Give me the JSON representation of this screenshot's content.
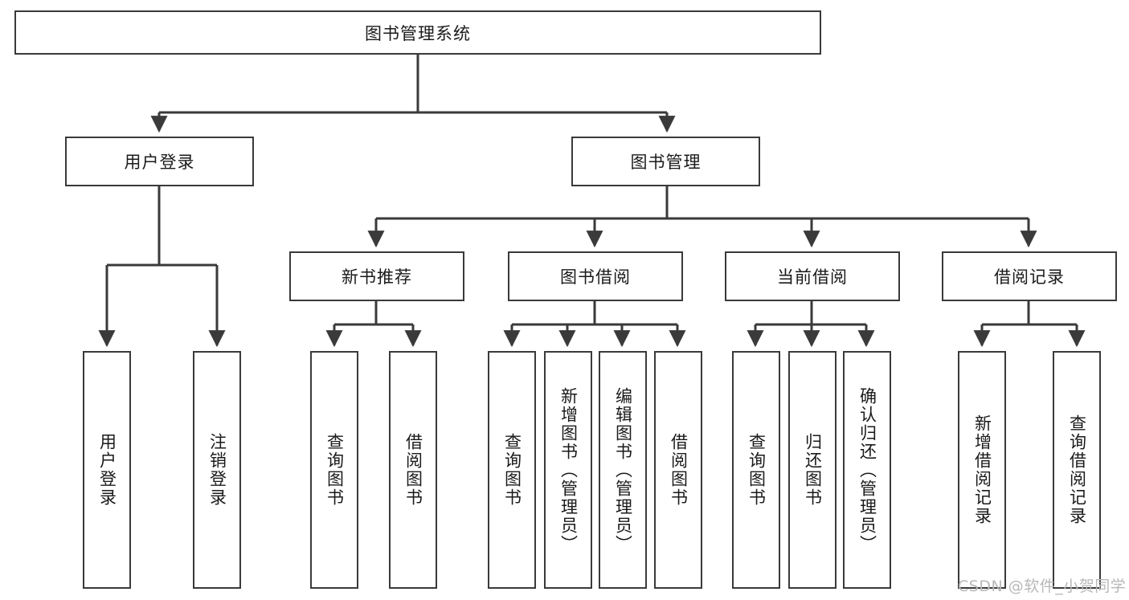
{
  "diagram": {
    "title": "图书管理系统",
    "watermark": "CSDN @软件_小贺同学",
    "root": {
      "label": "图书管理系统"
    },
    "level2": [
      {
        "label": "用户登录"
      },
      {
        "label": "图书管理"
      }
    ],
    "level3": [
      {
        "label": "新书推荐"
      },
      {
        "label": "图书借阅"
      },
      {
        "label": "当前借阅"
      },
      {
        "label": "借阅记录"
      }
    ],
    "leaves": [
      {
        "label": "用户登录",
        "parent": "用户登录"
      },
      {
        "label": "注销登录",
        "parent": "用户登录"
      },
      {
        "label": "查询图书",
        "parent": "新书推荐"
      },
      {
        "label": "借阅图书",
        "parent": "新书推荐"
      },
      {
        "label": "查询图书",
        "parent": "图书借阅"
      },
      {
        "label": "新增图书（管理员）",
        "parent": "图书借阅"
      },
      {
        "label": "编辑图书（管理员）",
        "parent": "图书借阅"
      },
      {
        "label": "借阅图书",
        "parent": "图书借阅"
      },
      {
        "label": "查询图书",
        "parent": "当前借阅"
      },
      {
        "label": "归还图书",
        "parent": "当前借阅"
      },
      {
        "label": "确认归还（管理员）",
        "parent": "当前借阅"
      },
      {
        "label": "新增借阅记录",
        "parent": "借阅记录"
      },
      {
        "label": "查询借阅记录",
        "parent": "借阅记录"
      }
    ],
    "colors": {
      "stroke": "#3a3a3a",
      "text": "#1a1a1a",
      "background": "#ffffff",
      "watermark": "#b8b8b8"
    }
  }
}
